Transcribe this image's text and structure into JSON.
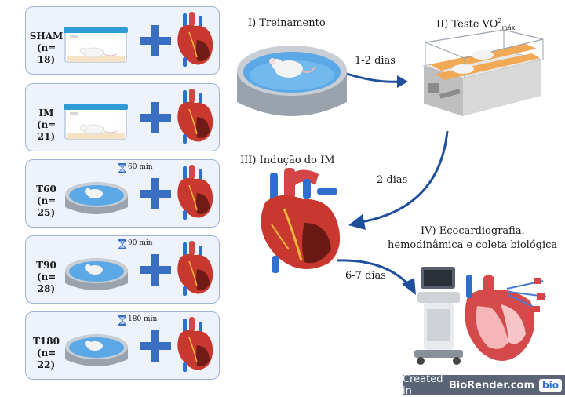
{
  "groups": [
    {
      "name": "SHAM",
      "n": "(n= 18)",
      "apparatus": "cage",
      "timer": ""
    },
    {
      "name": "IM",
      "n": "(n= 21)",
      "apparatus": "cage",
      "timer": ""
    },
    {
      "name": "T60",
      "n": "(n= 25)",
      "apparatus": "pool",
      "timer": "60 min"
    },
    {
      "name": "T90",
      "n": "(n= 28)",
      "apparatus": "pool",
      "timer": "90 min"
    },
    {
      "name": "T180",
      "n": "(n= 22)",
      "apparatus": "pool",
      "timer": "180 min"
    }
  ],
  "steps": {
    "training": "I) Treinamento",
    "test": "II) Teste VO",
    "test_sup": "2",
    "test_sub": "máx",
    "induction": "III) Indução do IM",
    "echo_line1": "IV) Ecocardiografia,",
    "echo_line2": "hemodinâmica e coleta biológica"
  },
  "arrows": {
    "a1": "1-2 dias",
    "a2": "2 dias",
    "a3": "6-7 dias"
  },
  "footer": {
    "prefix": "Created in",
    "brand": "BioRender.com",
    "logo": "bio"
  },
  "colors": {
    "box_fill": "#eef2fb",
    "box_border": "#9fb3d9",
    "plus": "#3a6ec2",
    "water": "#5aa8e6",
    "heart": "#c0392b",
    "arrow": "#1f4f9c"
  }
}
